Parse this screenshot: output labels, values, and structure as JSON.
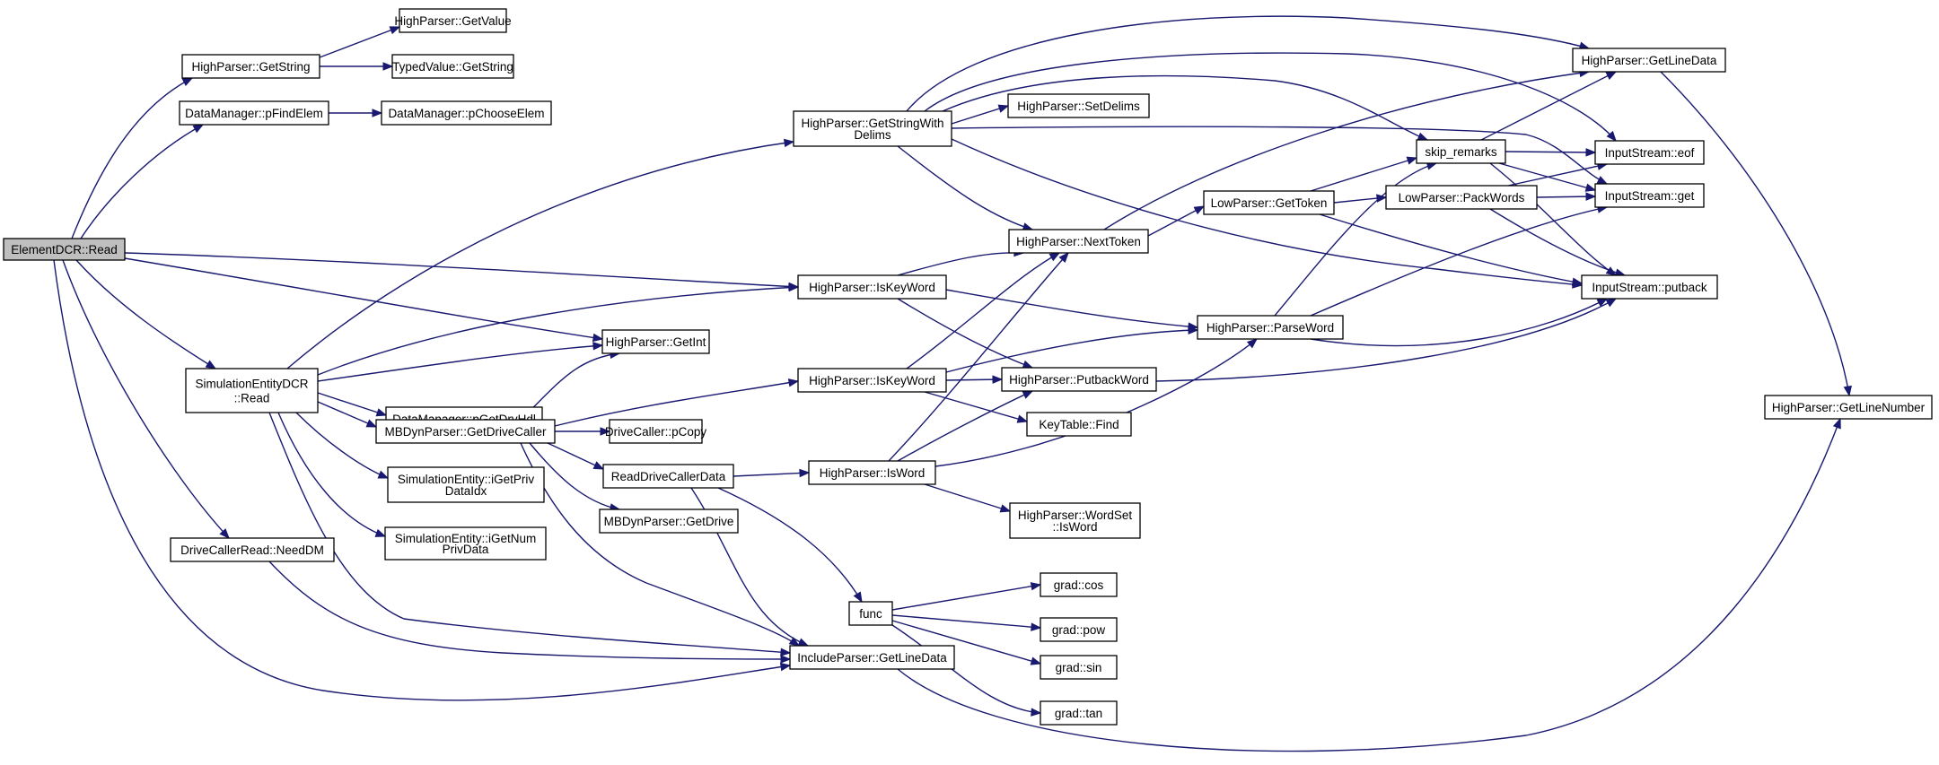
{
  "diagram": {
    "colors": {
      "edge": "#191970",
      "root_fill": "#bfbfbf",
      "node_fill": "#ffffff",
      "node_stroke": "#000000"
    },
    "nodes": [
      {
        "id": "elemRead",
        "lines": [
          "ElementDCR::Read"
        ],
        "root": true
      },
      {
        "id": "getString",
        "lines": [
          "HighParser::GetString"
        ]
      },
      {
        "id": "getValue",
        "lines": [
          "HighParser::GetValue"
        ]
      },
      {
        "id": "tvGetString",
        "lines": [
          "TypedValue::GetString"
        ]
      },
      {
        "id": "pFindElem",
        "lines": [
          "DataManager::pFindElem"
        ]
      },
      {
        "id": "pChooseElem",
        "lines": [
          "DataManager::pChooseElem"
        ]
      },
      {
        "id": "simRead",
        "lines": [
          "SimulationEntityDCR",
          "::Read"
        ]
      },
      {
        "id": "getInt",
        "lines": [
          "HighParser::GetInt"
        ]
      },
      {
        "id": "pGetDrvHdl",
        "lines": [
          "DataManager::pGetDrvHdl"
        ]
      },
      {
        "id": "getDriveCaller",
        "lines": [
          "MBDynParser::GetDriveCaller"
        ]
      },
      {
        "id": "iGetPriv",
        "lines": [
          "SimulationEntity::iGetPriv",
          "DataIdx"
        ]
      },
      {
        "id": "iGetNum",
        "lines": [
          "SimulationEntity::iGetNum",
          "PrivData"
        ]
      },
      {
        "id": "needDM",
        "lines": [
          "DriveCallerRead::NeedDM"
        ]
      },
      {
        "id": "gswd",
        "lines": [
          "HighParser::GetStringWith",
          "Delims"
        ]
      },
      {
        "id": "isKeyWord1",
        "lines": [
          "HighParser::IsKeyWord"
        ]
      },
      {
        "id": "isKeyWord2",
        "lines": [
          "HighParser::IsKeyWord"
        ]
      },
      {
        "id": "pCopy",
        "lines": [
          "DriveCaller::pCopy"
        ]
      },
      {
        "id": "readDCD",
        "lines": [
          "ReadDriveCallerData"
        ]
      },
      {
        "id": "mbGetDrive",
        "lines": [
          "MBDynParser::GetDrive"
        ]
      },
      {
        "id": "includeGLD",
        "lines": [
          "IncludeParser::GetLineData"
        ]
      },
      {
        "id": "setDelims",
        "lines": [
          "HighParser::SetDelims"
        ]
      },
      {
        "id": "nextToken",
        "lines": [
          "HighParser::NextToken"
        ]
      },
      {
        "id": "putbackWord",
        "lines": [
          "HighParser::PutbackWord"
        ]
      },
      {
        "id": "ktFind",
        "lines": [
          "KeyTable::Find"
        ]
      },
      {
        "id": "isWord",
        "lines": [
          "HighParser::IsWord"
        ]
      },
      {
        "id": "wsIsWord",
        "lines": [
          "HighParser::WordSet",
          "::IsWord"
        ]
      },
      {
        "id": "func",
        "lines": [
          "func"
        ]
      },
      {
        "id": "gcos",
        "lines": [
          "grad::cos"
        ]
      },
      {
        "id": "gpow",
        "lines": [
          "grad::pow"
        ]
      },
      {
        "id": "gsin",
        "lines": [
          "grad::sin"
        ]
      },
      {
        "id": "gtan",
        "lines": [
          "grad::tan"
        ]
      },
      {
        "id": "lpGetToken",
        "lines": [
          "LowParser::GetToken"
        ]
      },
      {
        "id": "parseWord",
        "lines": [
          "HighParser::ParseWord"
        ]
      },
      {
        "id": "skipRemarks",
        "lines": [
          "skip_remarks"
        ]
      },
      {
        "id": "packWords",
        "lines": [
          "LowParser::PackWords"
        ]
      },
      {
        "id": "hpGetLineData",
        "lines": [
          "HighParser::GetLineData"
        ]
      },
      {
        "id": "isEof",
        "lines": [
          "InputStream::eof"
        ]
      },
      {
        "id": "isGet",
        "lines": [
          "InputStream::get"
        ]
      },
      {
        "id": "isPutback",
        "lines": [
          "InputStream::putback"
        ]
      },
      {
        "id": "getLineNumber",
        "lines": [
          "HighParser::GetLineNumber"
        ]
      }
    ]
  }
}
